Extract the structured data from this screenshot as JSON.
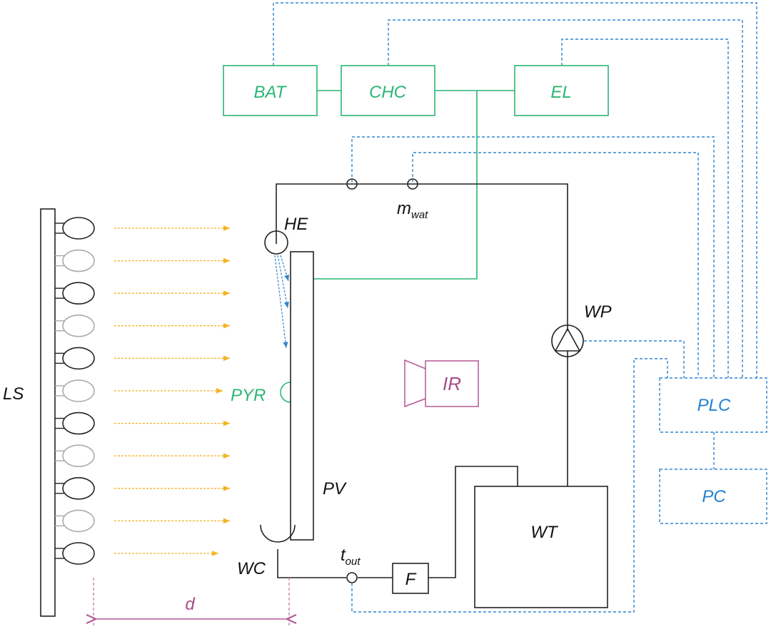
{
  "labels": {
    "bat": "BAT",
    "chc": "CHC",
    "el": "EL",
    "he": "HE",
    "m": "m",
    "m_sub": "wat",
    "ls": "LS",
    "pyr": "PYR",
    "ir": "IR",
    "wp": "WP",
    "plc": "PLC",
    "pc": "PC",
    "pv": "PV",
    "wt": "WT",
    "wc": "WC",
    "t": "t",
    "t_sub": "out",
    "f": "F",
    "d": "d"
  },
  "lamps": [
    {
      "state": "on"
    },
    {
      "state": "off"
    },
    {
      "state": "on"
    },
    {
      "state": "off"
    },
    {
      "state": "on"
    },
    {
      "state": "off"
    },
    {
      "state": "on"
    },
    {
      "state": "off"
    },
    {
      "state": "on"
    },
    {
      "state": "off"
    },
    {
      "state": "on"
    }
  ],
  "colors": {
    "power_lines": "#2bb673",
    "signal_lines": "#2f86cf",
    "water_loop": "#222222",
    "light_rays": "#f4b324",
    "camera": "#b45894"
  }
}
